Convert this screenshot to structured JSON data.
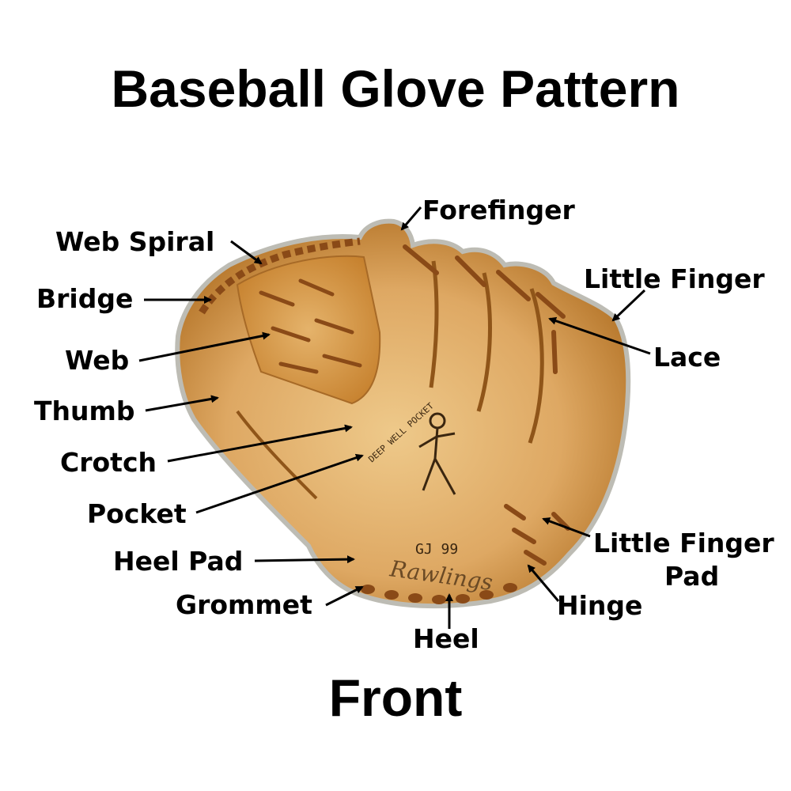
{
  "diagram": {
    "title": "Baseball Glove Pattern",
    "view_label": "Front",
    "glove_brand": "Rawlings",
    "glove_model": "GJ 99",
    "glove_stamp": "DEEP WELL POCKET",
    "colors": {
      "leather": "#d9a35a",
      "leather_light": "#eec98a",
      "leather_dark": "#b06f22",
      "lace": "#8a4a17",
      "edge": "#bdbcb4",
      "text": "#000000"
    },
    "labels": {
      "forefinger": "Forefinger",
      "web_spiral": "Web Spiral",
      "little_finger": "Little Finger",
      "bridge": "Bridge",
      "lace": "Lace",
      "web": "Web",
      "thumb": "Thumb",
      "crotch": "Crotch",
      "pocket": "Pocket",
      "little_finger_pad_line1": "Little Finger",
      "little_finger_pad_line2": "Pad",
      "heel_pad": "Heel Pad",
      "hinge": "Hinge",
      "grommet": "Grommet",
      "heel": "Heel"
    }
  }
}
